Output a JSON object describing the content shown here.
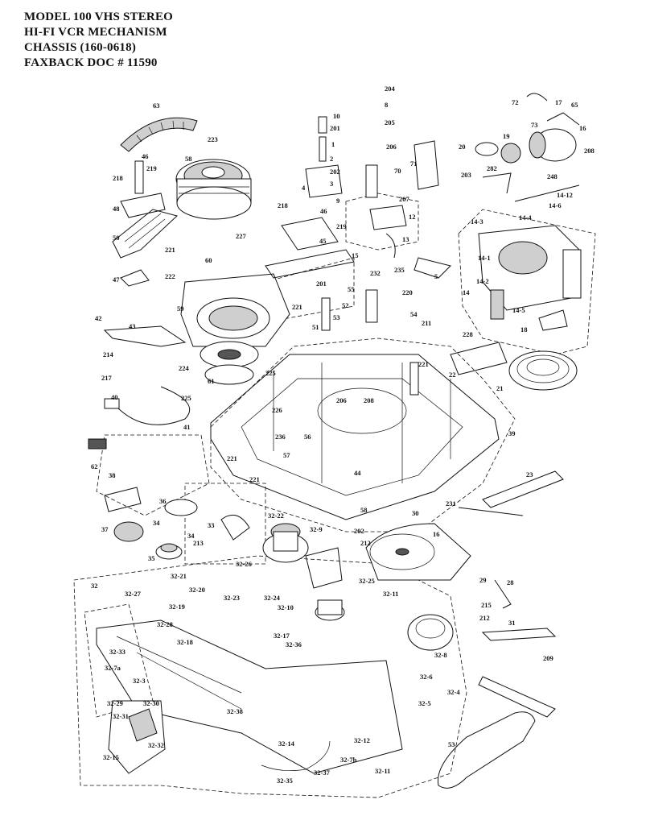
{
  "header": {
    "lines": [
      "MODEL 100 VHS STEREO",
      "HI-FI VCR MECHANISM",
      "CHASSIS  (160-0618)",
      "FAXBACK DOC # 11590"
    ]
  },
  "labels": [
    "63",
    "223",
    "58",
    "46",
    "219",
    "218",
    "48",
    "50",
    "221",
    "227",
    "60",
    "47",
    "222",
    "59",
    "42",
    "43",
    "214",
    "224",
    "61",
    "225",
    "217",
    "40",
    "41",
    "62",
    "204",
    "8",
    "205",
    "10",
    "201",
    "1",
    "2",
    "202",
    "3",
    "4",
    "206",
    "70",
    "71",
    "203",
    "207",
    "12",
    "9",
    "218",
    "46",
    "219",
    "45",
    "15",
    "5",
    "232",
    "235",
    "55",
    "221",
    "201",
    "52",
    "51",
    "53",
    "72",
    "17",
    "65",
    "73",
    "16",
    "20",
    "19",
    "208",
    "282",
    "248",
    "14-12",
    "14-6",
    "14-3",
    "14-4",
    "14-1",
    "14-2",
    "14",
    "14-5",
    "18",
    "54",
    "211",
    "220",
    "221",
    "13",
    "228",
    "22",
    "21",
    "225",
    "226",
    "208",
    "236",
    "56",
    "206",
    "39",
    "221",
    "57",
    "221",
    "44",
    "33",
    "58",
    "202",
    "212",
    "30",
    "16",
    "38",
    "36",
    "34",
    "37",
    "35",
    "34",
    "213",
    "32-22",
    "32-9",
    "32-26",
    "32-21",
    "32-20",
    "32-27",
    "32-19",
    "32-23",
    "32-24",
    "32-25",
    "32-10",
    "32-28",
    "32-17",
    "32-36",
    "32-18",
    "32-11",
    "32-8",
    "32-33",
    "32-7a",
    "32-3",
    "32-6",
    "32-4",
    "32-5",
    "32-38",
    "32-29",
    "32-30",
    "32-31",
    "32-32",
    "32-15",
    "32-14",
    "32-37",
    "32-35",
    "32-12",
    "32-7b",
    "32-11",
    "53",
    "29",
    "28",
    "215",
    "212",
    "31",
    "209",
    "231",
    "23",
    "32"
  ]
}
